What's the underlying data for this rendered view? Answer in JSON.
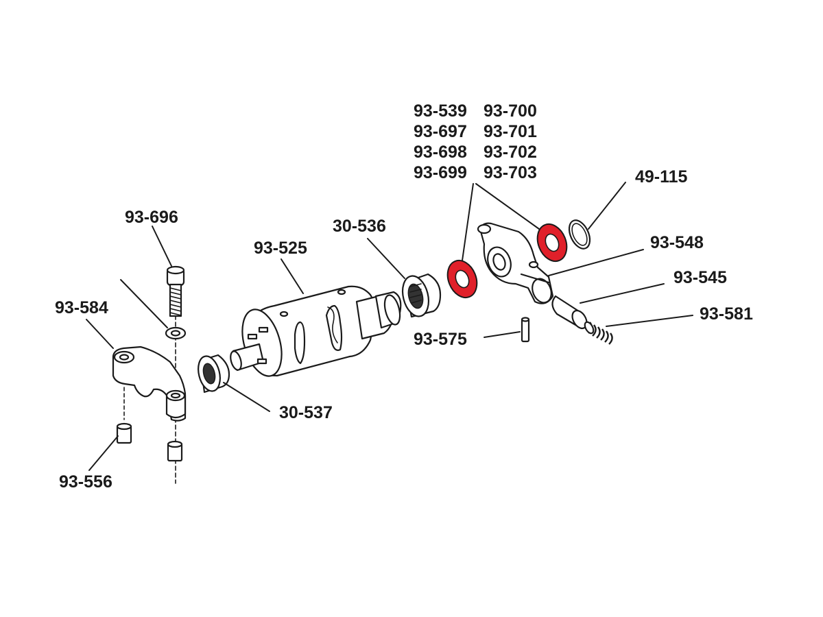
{
  "labels": {
    "washer_group_col1": [
      "93-539",
      "93-697",
      "93-698",
      "93-699"
    ],
    "washer_group_col2": [
      "93-700",
      "93-701",
      "93-702",
      "93-703"
    ],
    "oring": "49-115",
    "arm_right": "93-548",
    "sleeve": "93-545",
    "spring": "93-581",
    "pin": "93-575",
    "bearing_right": "30-536",
    "drum": "93-525",
    "bolt": "93-696",
    "arm_left": "93-584",
    "bearing_left": "30-537",
    "dowel": "93-556"
  },
  "colors": {
    "highlight_washer": "#e0202a",
    "line": "#1a1a1a",
    "background": "#ffffff"
  }
}
